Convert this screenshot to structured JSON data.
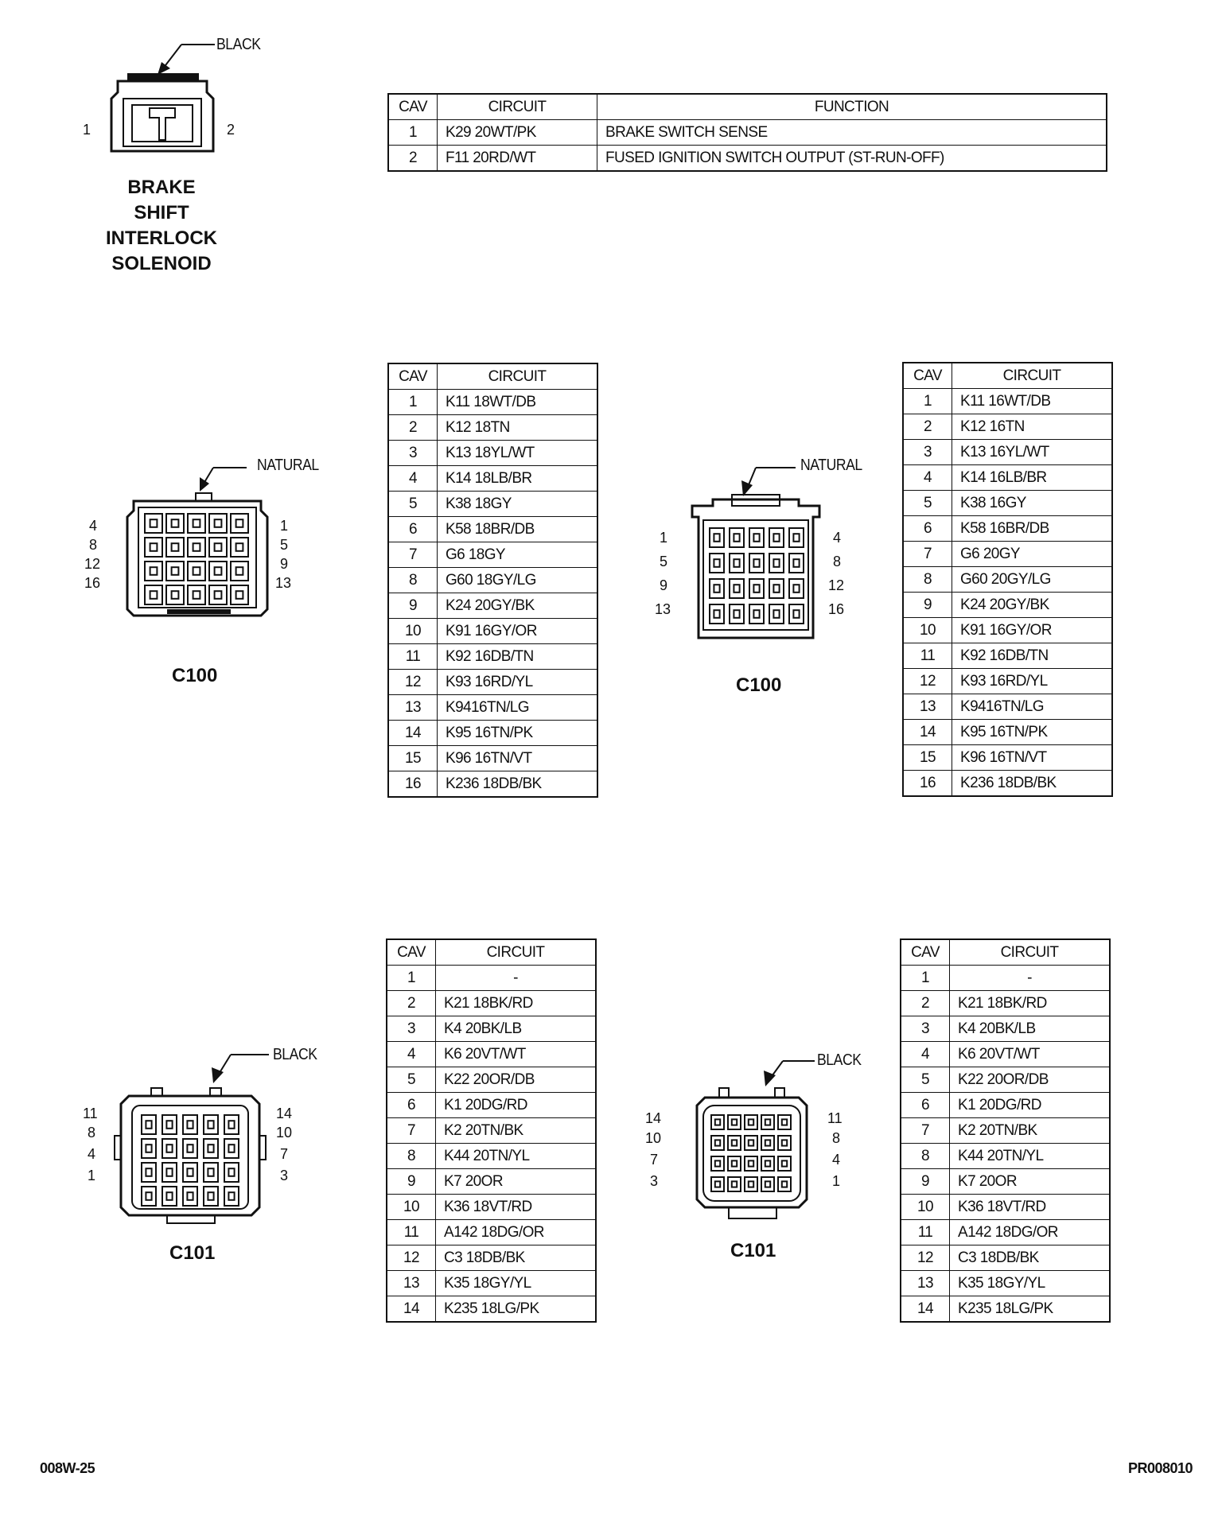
{
  "solenoid": {
    "color_label": "BLACK",
    "pin_left": "1",
    "pin_right": "2",
    "caption_lines": [
      "BRAKE",
      "SHIFT",
      "INTERLOCK",
      "SOLENOID"
    ],
    "headers": {
      "cav": "CAV",
      "circuit": "CIRCUIT",
      "function": "FUNCTION"
    },
    "rows": [
      {
        "cav": "1",
        "circuit": "K29 20WT/PK",
        "function": "BRAKE SWITCH SENSE"
      },
      {
        "cav": "2",
        "circuit": "F11 20RD/WT",
        "function": "FUSED IGNITION SWITCH OUTPUT (ST-RUN-OFF)"
      }
    ]
  },
  "c100_left": {
    "name": "C100",
    "color_label": "NATURAL",
    "pins_left": [
      "4",
      "8",
      "12",
      "16"
    ],
    "pins_right": [
      "1",
      "5",
      "9",
      "13"
    ],
    "headers": {
      "cav": "CAV",
      "circuit": "CIRCUIT"
    },
    "rows": [
      {
        "cav": "1",
        "circuit": "K11 18WT/DB"
      },
      {
        "cav": "2",
        "circuit": "K12 18TN"
      },
      {
        "cav": "3",
        "circuit": "K13 18YL/WT"
      },
      {
        "cav": "4",
        "circuit": "K14 18LB/BR"
      },
      {
        "cav": "5",
        "circuit": "K38 18GY"
      },
      {
        "cav": "6",
        "circuit": "K58 18BR/DB"
      },
      {
        "cav": "7",
        "circuit": "G6 18GY"
      },
      {
        "cav": "8",
        "circuit": "G60 18GY/LG"
      },
      {
        "cav": "9",
        "circuit": "K24 20GY/BK"
      },
      {
        "cav": "10",
        "circuit": "K91 16GY/OR"
      },
      {
        "cav": "11",
        "circuit": "K92 16DB/TN"
      },
      {
        "cav": "12",
        "circuit": "K93 16RD/YL"
      },
      {
        "cav": "13",
        "circuit": "K9416TN/LG"
      },
      {
        "cav": "14",
        "circuit": "K95 16TN/PK"
      },
      {
        "cav": "15",
        "circuit": "K96 16TN/VT"
      },
      {
        "cav": "16",
        "circuit": "K236 18DB/BK"
      }
    ]
  },
  "c100_right": {
    "name": "C100",
    "color_label": "NATURAL",
    "pins_left": [
      "1",
      "5",
      "9",
      "13"
    ],
    "pins_right": [
      "4",
      "8",
      "12",
      "16"
    ],
    "headers": {
      "cav": "CAV",
      "circuit": "CIRCUIT"
    },
    "rows": [
      {
        "cav": "1",
        "circuit": "K11 16WT/DB"
      },
      {
        "cav": "2",
        "circuit": "K12 16TN"
      },
      {
        "cav": "3",
        "circuit": "K13 16YL/WT"
      },
      {
        "cav": "4",
        "circuit": "K14 16LB/BR"
      },
      {
        "cav": "5",
        "circuit": "K38 16GY"
      },
      {
        "cav": "6",
        "circuit": "K58 16BR/DB"
      },
      {
        "cav": "7",
        "circuit": "G6 20GY"
      },
      {
        "cav": "8",
        "circuit": "G60 20GY/LG"
      },
      {
        "cav": "9",
        "circuit": "K24 20GY/BK"
      },
      {
        "cav": "10",
        "circuit": "K91 16GY/OR"
      },
      {
        "cav": "11",
        "circuit": "K92 16DB/TN"
      },
      {
        "cav": "12",
        "circuit": "K93 16RD/YL"
      },
      {
        "cav": "13",
        "circuit": "K9416TN/LG"
      },
      {
        "cav": "14",
        "circuit": "K95 16TN/PK"
      },
      {
        "cav": "15",
        "circuit": "K96 16TN/VT"
      },
      {
        "cav": "16",
        "circuit": "K236 18DB/BK"
      }
    ]
  },
  "c101_left": {
    "name": "C101",
    "color_label": "BLACK",
    "pins_left": [
      "11",
      "8",
      "4",
      "1"
    ],
    "pins_right": [
      "14",
      "10",
      "7",
      "3"
    ],
    "headers": {
      "cav": "CAV",
      "circuit": "CIRCUIT"
    },
    "rows": [
      {
        "cav": "1",
        "circuit": "-"
      },
      {
        "cav": "2",
        "circuit": "K21 18BK/RD"
      },
      {
        "cav": "3",
        "circuit": "K4 20BK/LB"
      },
      {
        "cav": "4",
        "circuit": "K6 20VT/WT"
      },
      {
        "cav": "5",
        "circuit": "K22 20OR/DB"
      },
      {
        "cav": "6",
        "circuit": "K1 20DG/RD"
      },
      {
        "cav": "7",
        "circuit": "K2 20TN/BK"
      },
      {
        "cav": "8",
        "circuit": "K44 20TN/YL"
      },
      {
        "cav": "9",
        "circuit": "K7 20OR"
      },
      {
        "cav": "10",
        "circuit": "K36 18VT/RD"
      },
      {
        "cav": "11",
        "circuit": "A142 18DG/OR"
      },
      {
        "cav": "12",
        "circuit": "C3 18DB/BK"
      },
      {
        "cav": "13",
        "circuit": "K35 18GY/YL"
      },
      {
        "cav": "14",
        "circuit": "K235 18LG/PK"
      }
    ]
  },
  "c101_right": {
    "name": "C101",
    "color_label": "BLACK",
    "pins_left": [
      "14",
      "10",
      "7",
      "3"
    ],
    "pins_right": [
      "11",
      "8",
      "4",
      "1"
    ],
    "headers": {
      "cav": "CAV",
      "circuit": "CIRCUIT"
    },
    "rows": [
      {
        "cav": "1",
        "circuit": "-"
      },
      {
        "cav": "2",
        "circuit": "K21 18BK/RD"
      },
      {
        "cav": "3",
        "circuit": "K4 20BK/LB"
      },
      {
        "cav": "4",
        "circuit": "K6 20VT/WT"
      },
      {
        "cav": "5",
        "circuit": "K22 20OR/DB"
      },
      {
        "cav": "6",
        "circuit": "K1 20DG/RD"
      },
      {
        "cav": "7",
        "circuit": "K2 20TN/BK"
      },
      {
        "cav": "8",
        "circuit": "K44 20TN/YL"
      },
      {
        "cav": "9",
        "circuit": "K7 20OR"
      },
      {
        "cav": "10",
        "circuit": "K36 18VT/RD"
      },
      {
        "cav": "11",
        "circuit": "A142 18DG/OR"
      },
      {
        "cav": "12",
        "circuit": "C3 18DB/BK"
      },
      {
        "cav": "13",
        "circuit": "K35 18GY/YL"
      },
      {
        "cav": "14",
        "circuit": "K235 18LG/PK"
      }
    ]
  },
  "footer": {
    "left": "008W-25",
    "right": "PR008010"
  }
}
